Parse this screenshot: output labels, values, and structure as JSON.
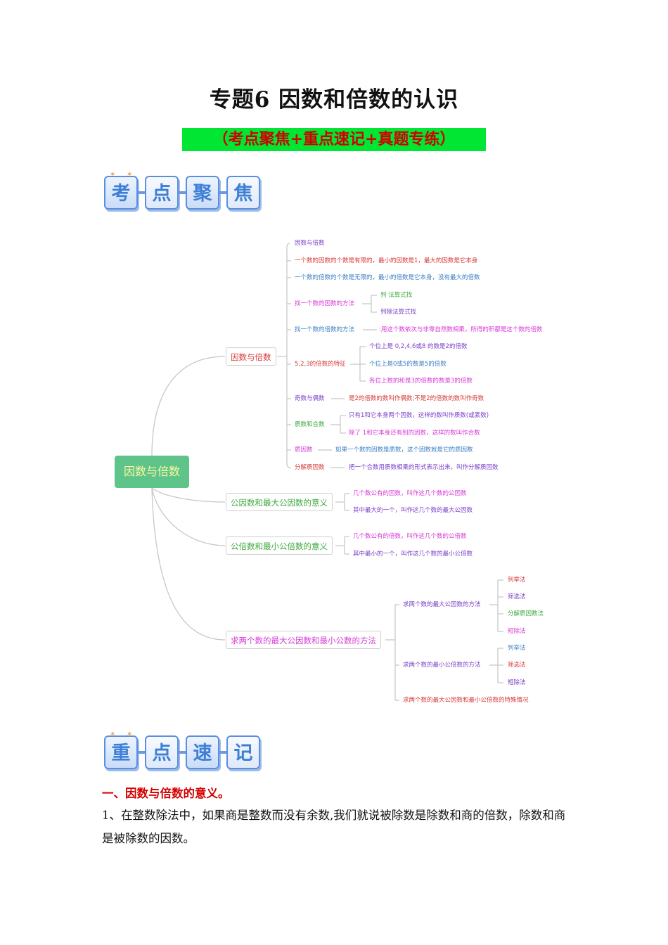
{
  "title": "专题6 因数和倍数的认识",
  "subtitle": "（考点聚焦+重点速记+真题专练）",
  "tiles_top": [
    "考",
    "点",
    "聚",
    "焦"
  ],
  "tiles_bottom": [
    "重",
    "点",
    "速",
    "记"
  ],
  "mindmap": {
    "root": "因数与倍数",
    "branch1": {
      "label": "因数与倍数",
      "items": {
        "i1": "因数与倍数",
        "i2": "一个数的因数的个数是有限的，最小的因数是1，最大的因数是它本身",
        "i3": "一个数的倍数的个数是无限的，最小的倍数是它本身，没有最大的倍数",
        "i4": "找一个数的因数的方法",
        "i4a": "列 法算式找",
        "i4b": "列除法算式找",
        "i5": "找一个数的倍数的方法",
        "i5a": ":用这个数依次与非零自然数相乘，所得的积都是这个数的倍数",
        "i6": "5,2,3的倍数的特征",
        "i6a": "个位上是 0,2,4,6或8 的数是2的倍数",
        "i6b": "个位上是0或5的数是5的倍数",
        "i6c": "各位上数的和是3的倍数的数是3的倍数",
        "i7": "奇数与偶数",
        "i7a": "是2的倍数的数叫作偶数;不是2的倍数的数叫作奇数",
        "i8": "质数和合数",
        "i8a": "只有1和它本身两个因数，这样的数叫作质数(或素数)",
        "i8b": "除了 1和它本身还有别的因数，这样的数叫作合数",
        "i9": "质因数",
        "i9a": "如果一个数的因数是质数，这个因数就是它的质因数",
        "i10": "分解质因数",
        "i10a": "把一个合数用质数相乘的形式表示出来，叫作分解质因数"
      }
    },
    "branch2": {
      "label": "公因数和最大公因数的意义",
      "a": "几个数公有的因数，叫作这几个数的公因数",
      "b": "其中最大的一个，叫作这几个数的最大公因数"
    },
    "branch3": {
      "label": "公倍数和最小公倍数的意义",
      "a": "几个数公有的倍数，叫作这几个数的公倍数",
      "b": "其中最小的一个，叫作这几个数的最小公倍数"
    },
    "branch4": {
      "label": "求两个数的最大公因数和最小公数的方法",
      "gcd": "求两个数的最大公因数的方法",
      "gcd_methods": [
        "列举法",
        "筛选法",
        "分解质因数法",
        "短除法"
      ],
      "lcm": "求两个数的最小公倍数的方法",
      "lcm_methods": [
        "列举法",
        "筛选法",
        "短除法"
      ],
      "special": "求两个数的最大公因数和最小公倍数的特殊情况"
    }
  },
  "section1": {
    "heading": "一、因数与倍数的意义。",
    "text": "1、在整数除法中，如果商是整数而没有余数,我们就说被除数是除数和商的倍数，除数和商是被除数的因数。"
  },
  "colors": {
    "red": "#d83a3a",
    "blue": "#3b7fc4",
    "green": "#3fa83f",
    "magenta": "#d63ad6",
    "purple": "#7a3fc8",
    "root": "#5ec48a"
  }
}
